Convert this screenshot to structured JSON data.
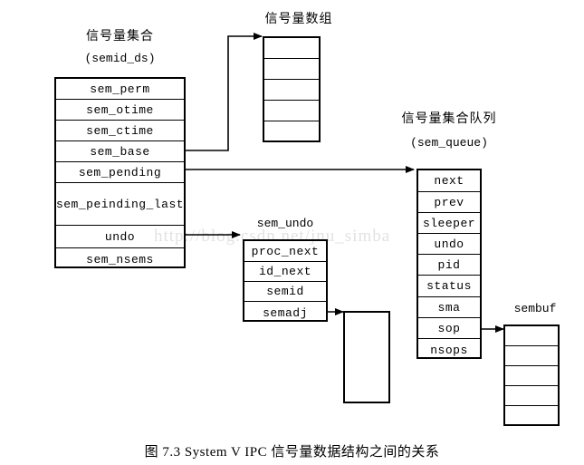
{
  "figure": {
    "caption": "图 7.3   System V IPC 信号量数据结构之间的关系",
    "watermark": "http://blog.csdn.net/jnu_simba"
  },
  "semid_ds": {
    "title_cn": "信号量集合",
    "title_code": "(semid_ds)",
    "rows": [
      "sem_perm",
      "sem_otime",
      "sem_ctime",
      "sem_base",
      "sem_pending",
      "sem_peinding_last",
      "undo",
      "sem_nsems"
    ]
  },
  "sem_array": {
    "title_cn": "信号量数组",
    "rows": [
      "",
      "",
      "",
      "",
      ""
    ]
  },
  "sem_queue": {
    "title_cn": "信号量集合队列",
    "title_code": "(sem_queue)",
    "rows": [
      "next",
      "prev",
      "sleeper",
      "undo",
      "pid",
      "status",
      "sma",
      "sop",
      "nsops"
    ]
  },
  "sem_undo": {
    "title_code": "sem_undo",
    "rows": [
      "proc_next",
      "id_next",
      "semid",
      "semadj"
    ]
  },
  "sembuf": {
    "title_code": "sembuf",
    "rows": [
      "",
      "",
      "",
      "",
      ""
    ]
  },
  "semadj_target": {
    "label": ""
  },
  "colors": {
    "stroke": "#000000",
    "background": "#ffffff",
    "watermark": "#e2e2e2"
  }
}
